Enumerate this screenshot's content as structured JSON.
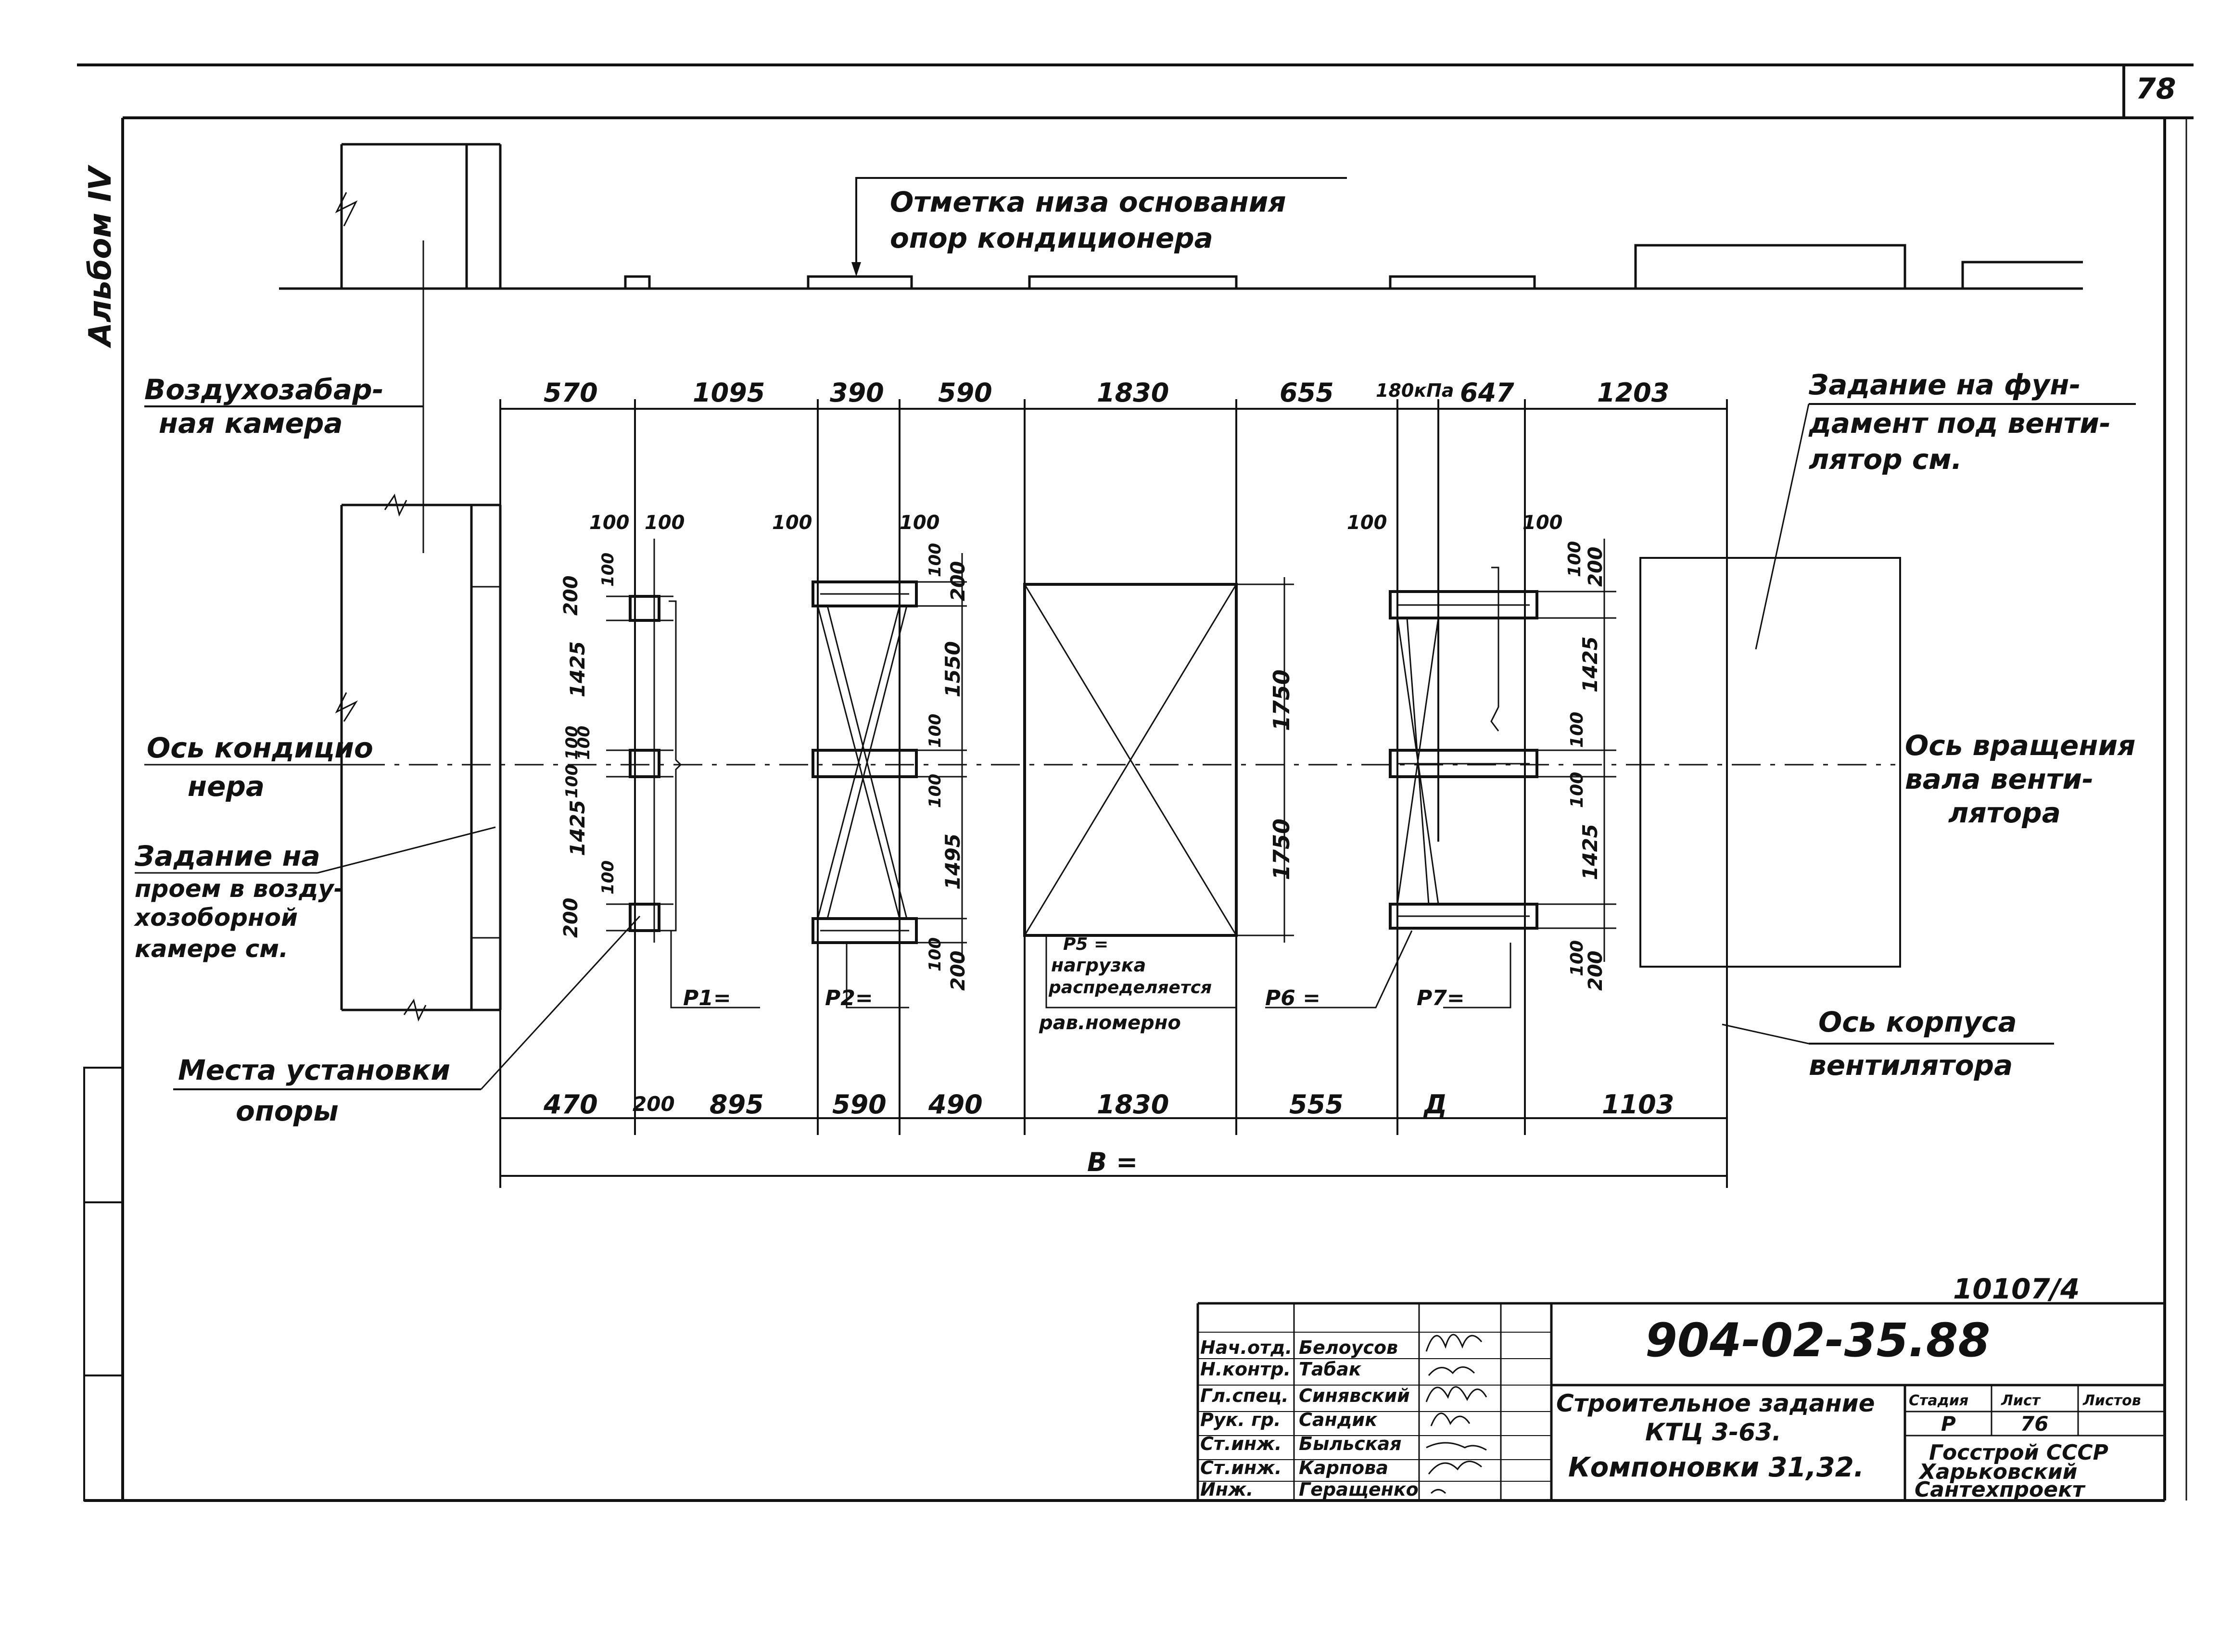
{
  "sheet_number": "78",
  "album_label": "Альбом IV",
  "archive_number": "10107/4",
  "notes": {
    "top_mark": [
      "Отметка низа основания",
      "опор кондиционера"
    ],
    "air_chamber": [
      "Воздухозабар-",
      "ная камера"
    ],
    "foundation_task": [
      "Задание на фун-",
      "дамент под венти-",
      "лятор см."
    ],
    "conditioner_axis": [
      "Ось кондицио",
      "нера"
    ],
    "shaft_axis": [
      "Ось вращения",
      "вала венти-",
      "лятора"
    ],
    "opening_task": [
      "Задание на",
      "проем в возду-",
      "хозоборной",
      "камере см."
    ],
    "housing_axis": [
      "Ось корпуса",
      "вентилятора"
    ],
    "support_places": [
      "Места установки",
      "опоры"
    ],
    "p5_load": [
      "P5 =",
      "нагрузка",
      "распределяется",
      "рав.номерно"
    ]
  },
  "loads": {
    "p1": "P1=",
    "p2": "P2=",
    "p6": "P6 =",
    "p7": "P7="
  },
  "dimensions": {
    "top_row": [
      "570",
      "1095",
      "390",
      "590",
      "1830",
      "655",
      "180кПа",
      "647",
      "1203"
    ],
    "bottom_row": [
      "470",
      "200",
      "895",
      "590",
      "490",
      "1830",
      "555",
      "Д",
      "1103"
    ],
    "overall": "В =",
    "col1_horizontal": [
      "100",
      "100"
    ],
    "col1_vertical": [
      "200",
      "100",
      "1425",
      "100",
      "100",
      "100",
      "1425",
      "100",
      "200"
    ],
    "col2_horizontal": [
      "100",
      "100"
    ],
    "col2_vertical": [
      "100",
      "200",
      "1550",
      "100",
      "100",
      "1495",
      "100",
      "200"
    ],
    "col3_vertical": [
      "1750",
      "1750"
    ],
    "col4_horizontal": [
      "100",
      "100"
    ],
    "col4_vertical": [
      "100",
      "200",
      "1425",
      "100",
      "100",
      "1425",
      "100",
      "200"
    ]
  },
  "title_block": {
    "designation": "904-02-35.88",
    "title": [
      "Строительное задание",
      "КТЦ 3-63.",
      "Компоновки 31,32."
    ],
    "stage_header": "Стадия",
    "sheet_header": "Лист",
    "sheets_header": "Листов",
    "stage": "Р",
    "sheet": "76",
    "organization": [
      "Госстрой СССР",
      "Харьковский",
      "Сантехпроект"
    ],
    "signers": [
      {
        "role": "Нач.отд.",
        "name": "Белоусов"
      },
      {
        "role": "Н.контр.",
        "name": "Табак"
      },
      {
        "role": "Гл.спец.",
        "name": "Синявский"
      },
      {
        "role": "Рук. гр.",
        "name": "Сандик"
      },
      {
        "role": "Ст.инж.",
        "name": "Быльская"
      },
      {
        "role": "Ст.инж.",
        "name": "Карпова"
      },
      {
        "role": "Инж.",
        "name": "Геращенко"
      }
    ]
  }
}
